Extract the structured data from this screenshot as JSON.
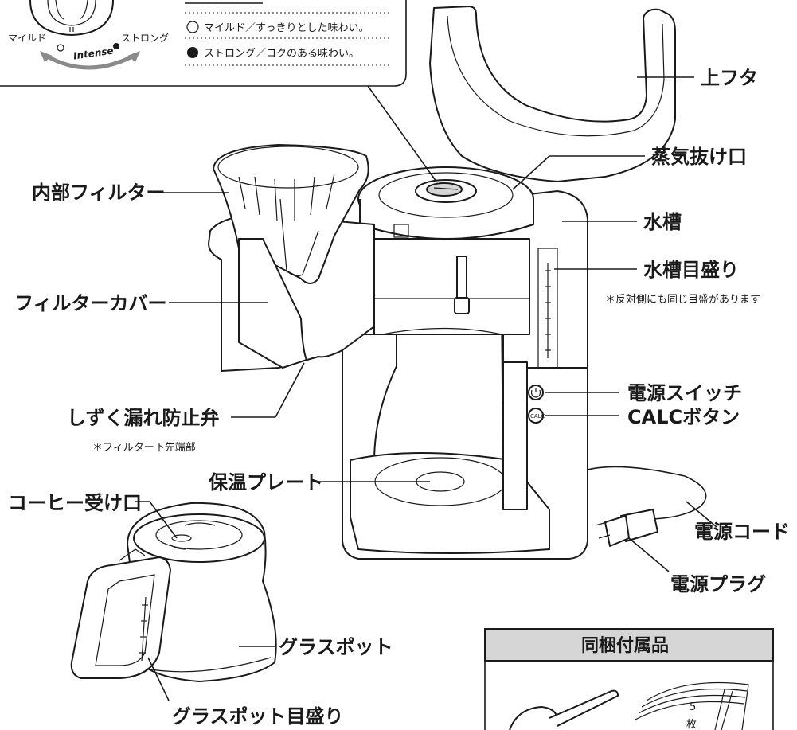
{
  "callout": {
    "strength_mild": "マイルド",
    "strength_strong": "ストロング",
    "dial_text": "Intense",
    "mild_desc": "マイルド／すっきりとした味わい。",
    "strong_desc": "ストロング／コクのある味わい。"
  },
  "labels": {
    "lid": "上フタ",
    "steam_vent": "蒸気抜け口",
    "water_tank": "水槽",
    "water_scale": "水槽目盛り",
    "water_scale_note": "＊反対側にも同じ目盛があります",
    "power_switch": "電源スイッチ",
    "calc_button": "CALCボタン",
    "power_cord": "電源コード",
    "power_plug": "電源プラグ",
    "inner_filter": "内部フィルター",
    "filter_cover": "フィルターカバー",
    "drip_valve": "しずく漏れ防止弁",
    "drip_valve_note": "＊フィルター下先端部",
    "warming_plate": "保温プレート",
    "coffee_inlet": "コーヒー受け口",
    "glass_pot": "グラスポット",
    "glass_pot_scale": "グラスポット目盛り"
  },
  "accessories": {
    "title": "同梱付属品",
    "filter_count": "5",
    "filter_unit": "枚"
  },
  "colors": {
    "line": "#1a1a1a",
    "panel_header": "#d6d6d6"
  }
}
